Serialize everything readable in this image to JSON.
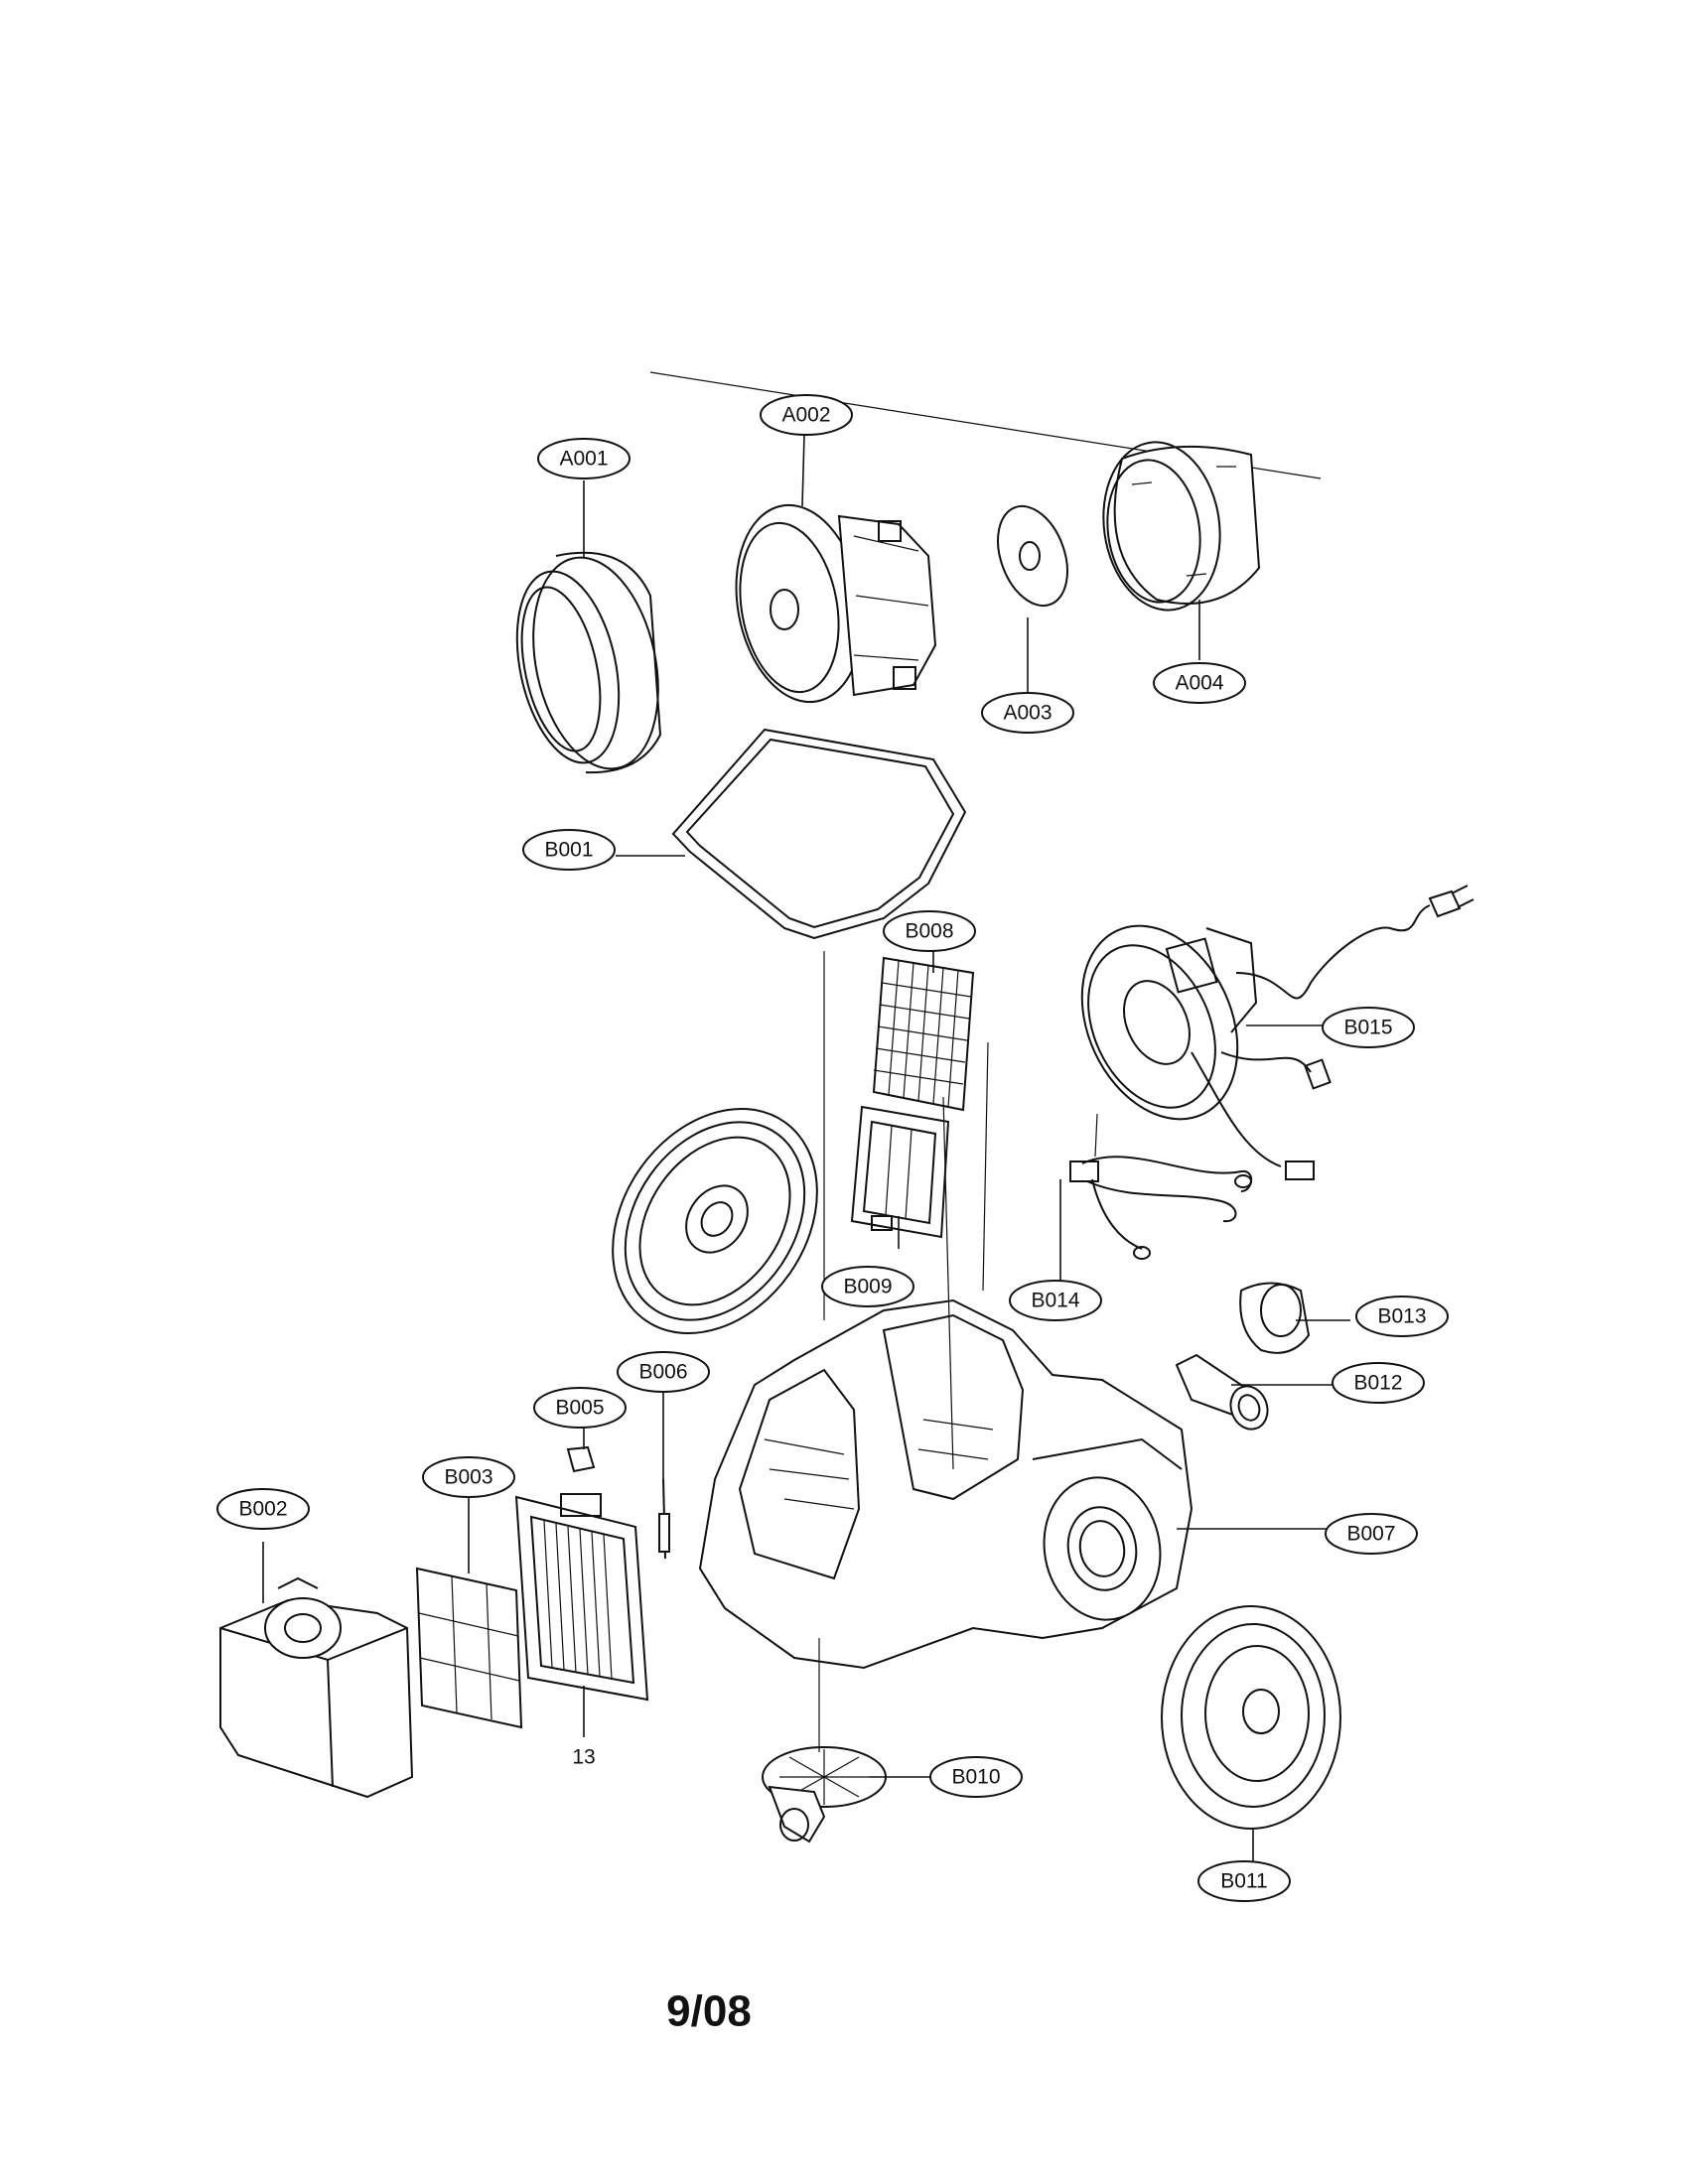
{
  "callouts": {
    "A001": "A001",
    "A002": "A002",
    "A003": "A003",
    "A004": "A004",
    "B001": "B001",
    "B002": "B002",
    "B003": "B003",
    "B005": "B005",
    "B006": "B006",
    "B007": "B007",
    "B008": "B008",
    "B009": "B009",
    "B010": "B010",
    "B011": "B011",
    "B012": "B012",
    "B013": "B013",
    "B014": "B014",
    "B015": "B015"
  },
  "loose_labels": {
    "item_13": "13"
  },
  "footer": {
    "date": "9/08"
  }
}
